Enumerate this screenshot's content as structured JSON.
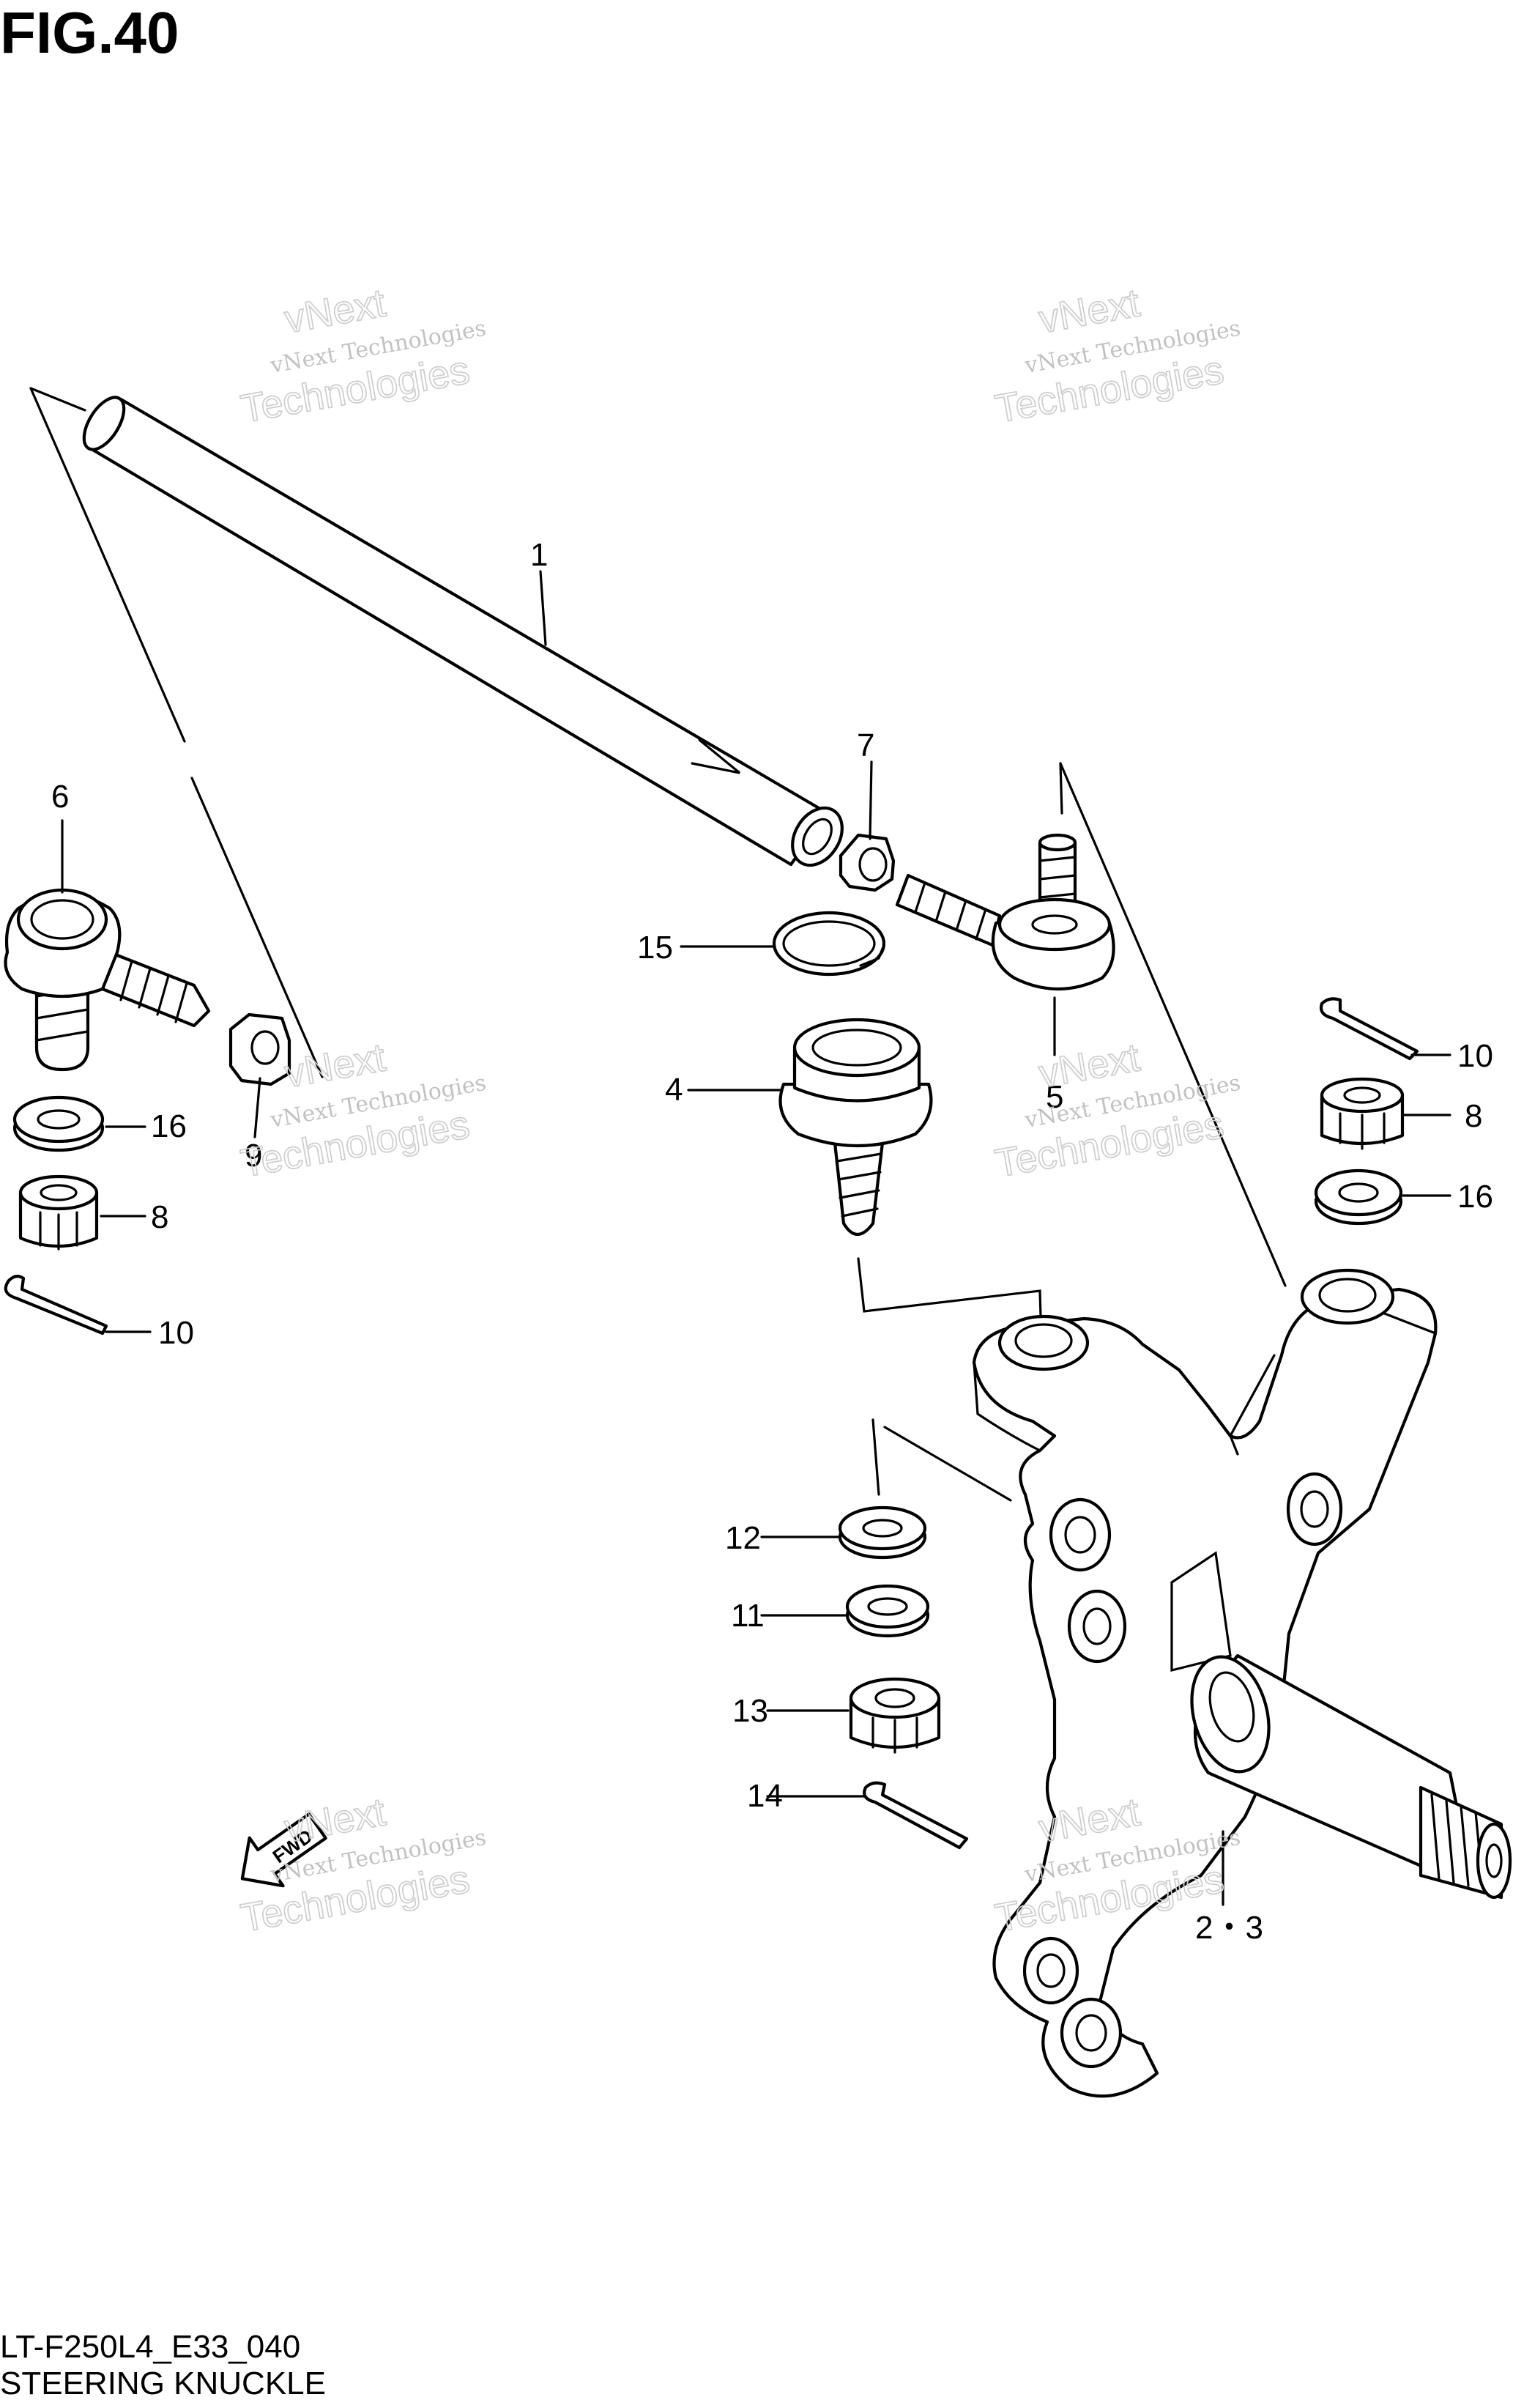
{
  "figure_title": "FIG.40",
  "footer": {
    "model_code": "LT-F250L4_E33_040",
    "section_name": "STEERING KNUCKLE"
  },
  "callouts": {
    "c1": "1",
    "c23": "2・3",
    "c4": "4",
    "c5": "5",
    "c6": "6",
    "c7": "7",
    "c8_left": "8",
    "c8_right": "8",
    "c9": "9",
    "c10_left": "10",
    "c10_right": "10",
    "c11": "11",
    "c12": "12",
    "c13": "13",
    "c14": "14",
    "c15": "15",
    "c16_left": "16",
    "c16_right": "16"
  },
  "fwd_label": "FWD",
  "watermark": {
    "line1": "vNext Technologies",
    "line2": "vNext",
    "line3": "Technologies"
  }
}
